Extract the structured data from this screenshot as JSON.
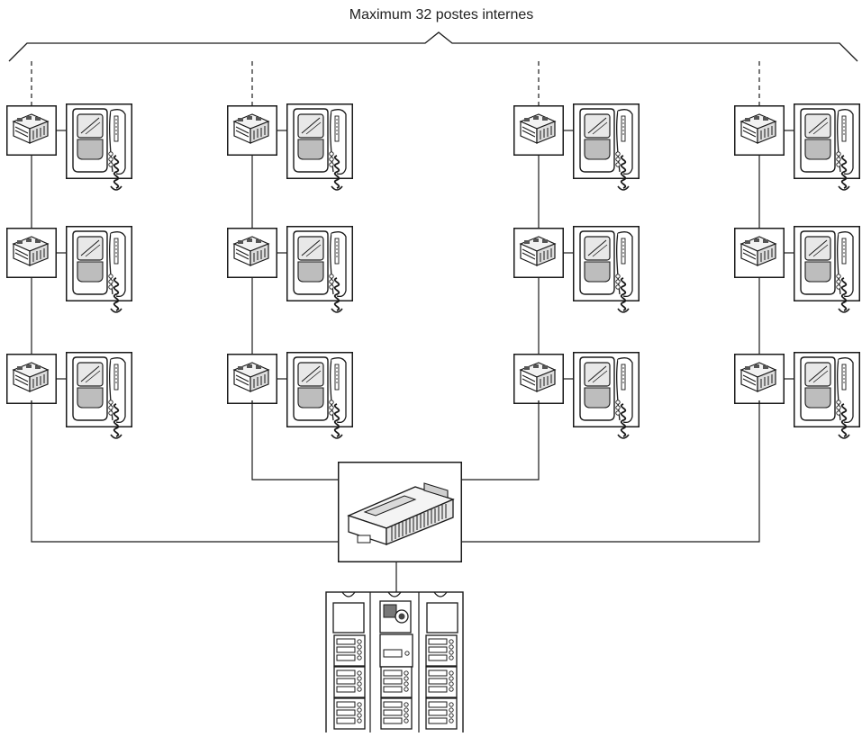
{
  "title": "Maximum 32 postes internes",
  "colors": {
    "line": "#1a1a1a",
    "screen": "#c9c9c9",
    "screen_dark": "#8a8a8a",
    "device_fill": "#ffffff"
  },
  "columns": [
    {
      "name": "colonne-1",
      "stations": 3
    },
    {
      "name": "colonne-2",
      "stations": 3
    },
    {
      "name": "colonne-3",
      "stations": 3
    },
    {
      "name": "colonne-4",
      "stations": 3
    }
  ],
  "icons": {
    "interface": "interface-module-icon",
    "monitor": "video-monitor-icon",
    "power_supply": "power-supply-icon",
    "door_panel": "door-entry-panel-icon"
  }
}
